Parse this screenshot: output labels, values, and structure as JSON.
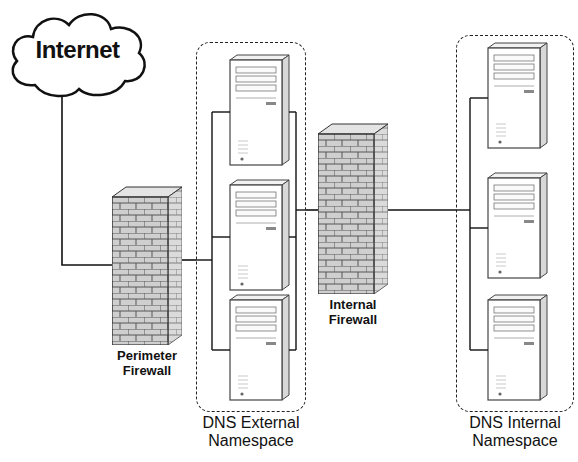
{
  "diagram": {
    "nodes": [
      {
        "text": [
          "Internet"
        ]
      },
      {
        "text": [
          "Perimeter Firewall"
        ]
      },
      {
        "text": [
          "DNS External Namespace"
        ]
      },
      {
        "text": [
          "Internal Firewall"
        ]
      },
      {
        "text": [
          "DNS Internal Namespace"
        ]
      }
    ],
    "edges": [
      {
        "from": 0,
        "to": 1,
        "arrow": "none"
      },
      {
        "from": 1,
        "to": 2,
        "arrow": "none"
      },
      {
        "from": 2,
        "to": 3,
        "arrow": "none"
      },
      {
        "from": 3,
        "to": 4,
        "arrow": "none"
      }
    ]
  }
}
